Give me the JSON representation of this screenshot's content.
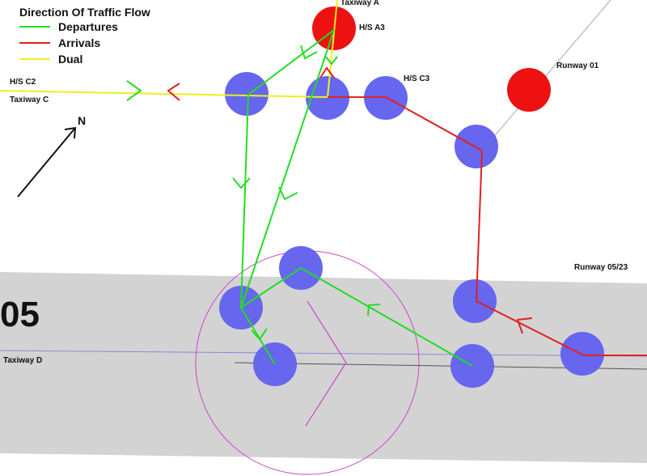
{
  "legend": {
    "title": "Direction Of Traffic Flow",
    "items": [
      {
        "label": "Departures",
        "color": "#22dd22"
      },
      {
        "label": "Arrivals",
        "color": "#dd2222"
      },
      {
        "label": "Dual",
        "color": "#eeee22"
      }
    ]
  },
  "labels": {
    "taxiway_a": "Taxiway A",
    "hs_a3": "H/S A3",
    "hs_c2": "H/S C2",
    "taxiway_c": "Taxiway C",
    "hs_c3": "H/S C3",
    "runway_01": "Runway 01",
    "runway_0523": "Runway 05/23",
    "runway_number": "05",
    "taxiway_d": "Taxiway D",
    "north": "N"
  },
  "colors": {
    "runway_surface": "#d3d3d3",
    "node_blue": "#6666ee",
    "node_red": "#ee1111",
    "departures": "#22dd22",
    "arrivals": "#dd2222",
    "dual": "#eeee22",
    "circle": "#cc44cc"
  }
}
